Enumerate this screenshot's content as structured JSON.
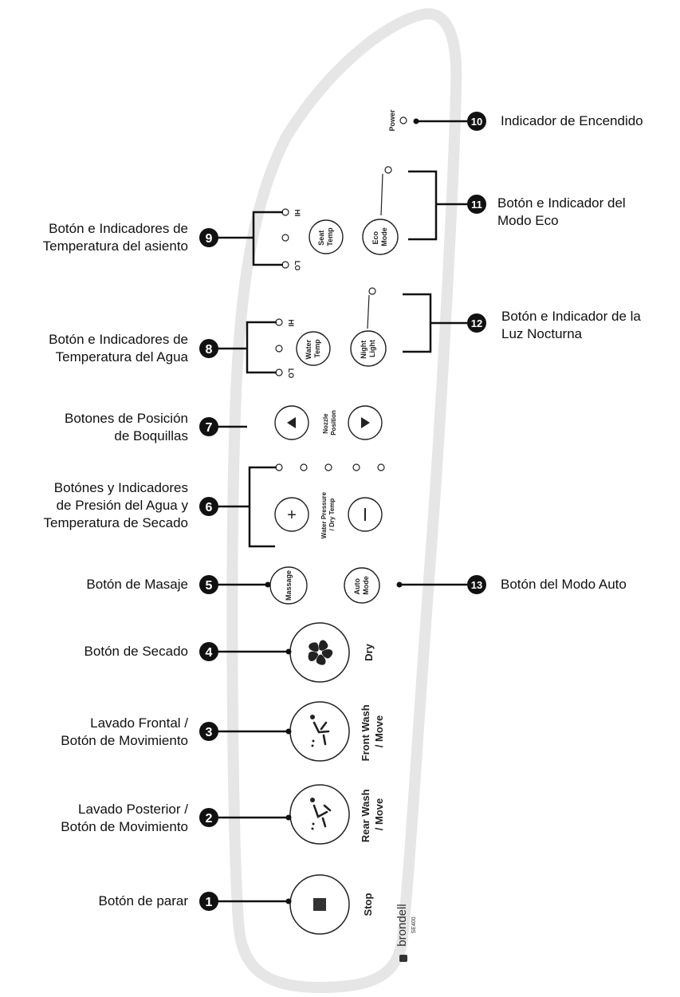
{
  "panel": {
    "power_label": "Power",
    "seat_temp": {
      "line1": "Seat",
      "line2": "Temp",
      "hi": "HI",
      "lo": "LO"
    },
    "eco_mode": {
      "line1": "Eco",
      "line2": "Mode"
    },
    "water_temp": {
      "line1": "Water",
      "line2": "Temp",
      "hi": "HI",
      "lo": "LO"
    },
    "night_light": {
      "line1": "Night",
      "line2": "Light"
    },
    "nozzle_position": {
      "line1": "Nozzle",
      "line2": "Position"
    },
    "pressure_dry": {
      "line1": "Water Pressure",
      "line2": "/ Dry Temp"
    },
    "massage": "Massage",
    "auto_mode": {
      "line1": "Auto",
      "line2": "Mode"
    },
    "dry": "Dry",
    "front_wash": {
      "line1": "Front Wash",
      "line2": "/ Move"
    },
    "rear_wash": {
      "line1": "Rear Wash",
      "line2": "/ Move"
    },
    "stop": "Stop",
    "brand": "brondell",
    "model": "SE400"
  },
  "callouts": {
    "c1": {
      "number": "1",
      "lines": [
        "Botón de parar"
      ]
    },
    "c2": {
      "number": "2",
      "lines": [
        "Lavado Posterior /",
        "Botón de Movimiento"
      ]
    },
    "c3": {
      "number": "3",
      "lines": [
        "Lavado Frontal /",
        "Botón de Movimiento"
      ]
    },
    "c4": {
      "number": "4",
      "lines": [
        "Botón de Secado"
      ]
    },
    "c5": {
      "number": "5",
      "lines": [
        "Botón de Masaje"
      ]
    },
    "c6": {
      "number": "6",
      "lines": [
        "Botónes y Indicadores",
        "de Presión del Agua y",
        "Temperatura de Secado"
      ]
    },
    "c7": {
      "number": "7",
      "lines": [
        "Botones de Posición",
        "de Boquillas"
      ]
    },
    "c8": {
      "number": "8",
      "lines": [
        "Botón e Indicadores de",
        "Temperatura del Agua"
      ]
    },
    "c9": {
      "number": "9",
      "lines": [
        "Botón e Indicadores de",
        "Temperatura del asiento"
      ]
    },
    "c10": {
      "number": "10",
      "lines": [
        "Indicador de Encendido"
      ]
    },
    "c11": {
      "number": "11",
      "lines": [
        "Botón e Indicador del",
        "Modo Eco"
      ]
    },
    "c12": {
      "number": "12",
      "lines": [
        "Botón e Indicador de la",
        "Luz Nocturna"
      ]
    },
    "c13": {
      "number": "13",
      "lines": [
        "Botón del Modo Auto"
      ]
    }
  }
}
